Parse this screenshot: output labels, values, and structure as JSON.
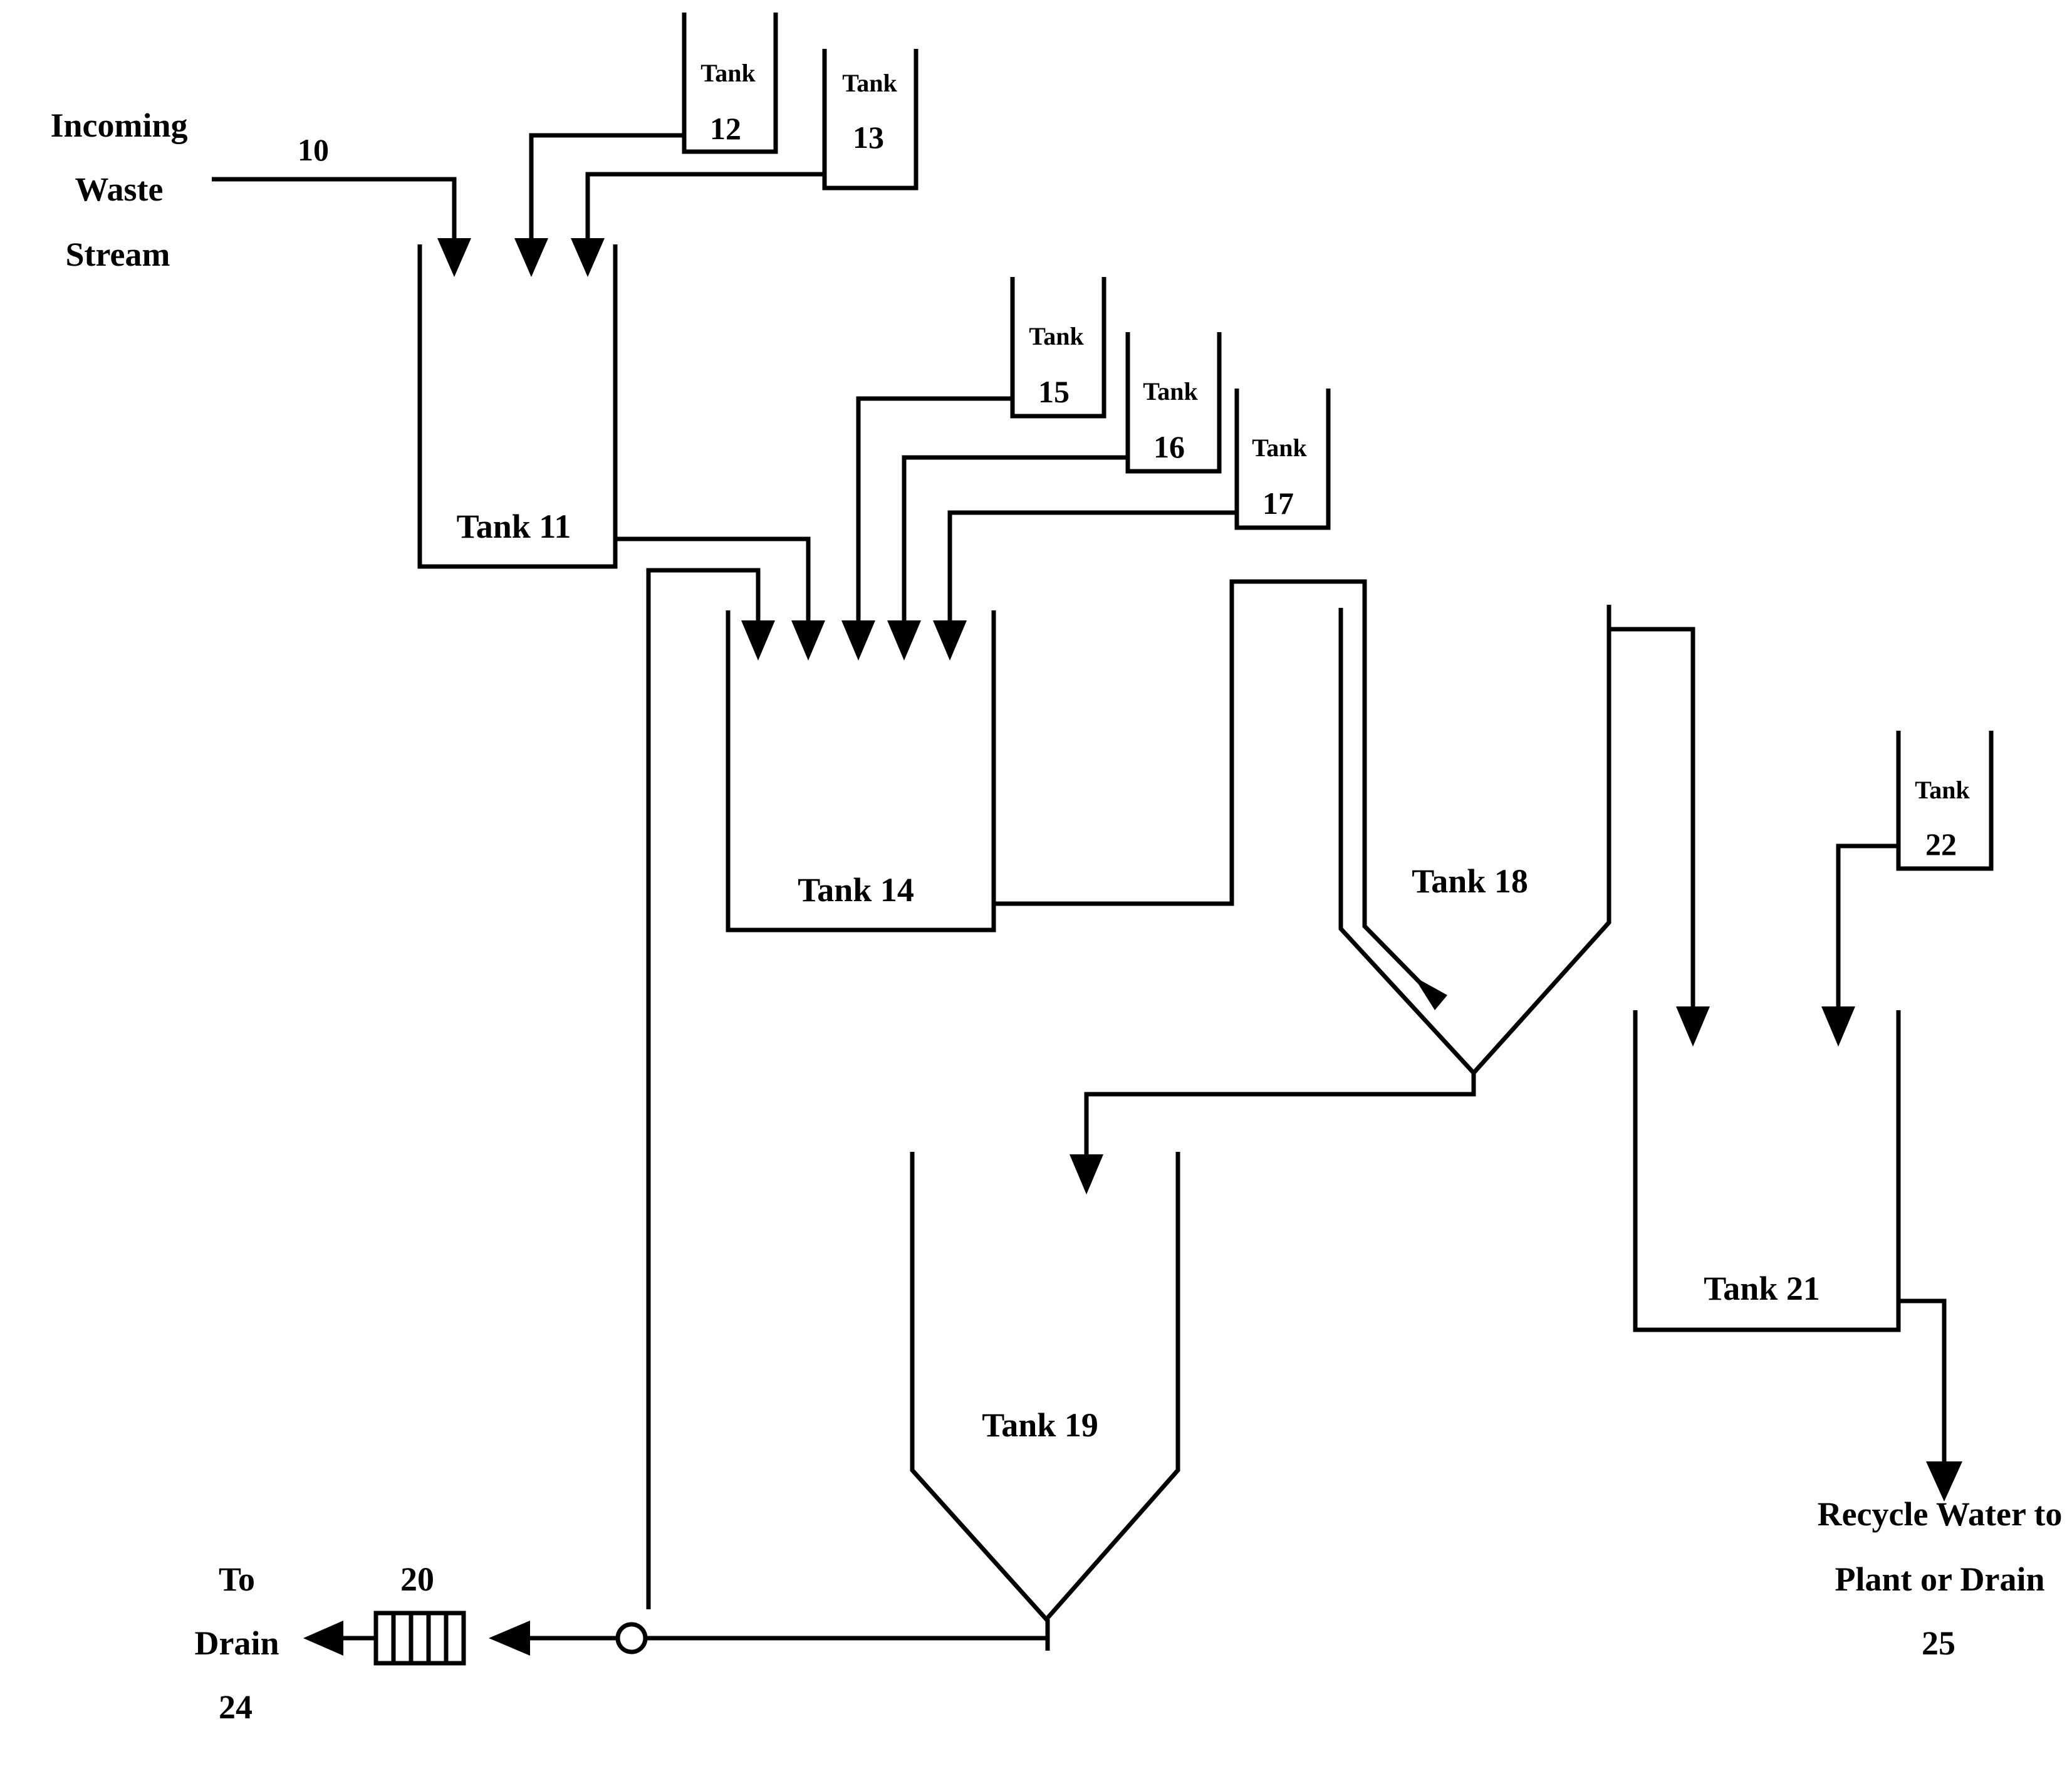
{
  "labels": {
    "incoming_line1": "Incoming",
    "incoming_line2": "Waste",
    "incoming_line3": "Stream",
    "stream_10": "10",
    "tank_12_word": "Tank",
    "tank_12_num": "12",
    "tank_13_word": "Tank",
    "tank_13_num": "13",
    "tank_11": "Tank 11",
    "tank_15_word": "Tank",
    "tank_15_num": "15",
    "tank_16_word": "Tank",
    "tank_16_num": "16",
    "tank_17_word": "Tank",
    "tank_17_num": "17",
    "tank_14": "Tank 14",
    "tank_18": "Tank 18",
    "tank_22_word": "Tank",
    "tank_22_num": "22",
    "tank_21": "Tank 21",
    "tank_19": "Tank 19",
    "filter_20": "20",
    "drain_line1": "To",
    "drain_line2": "Drain",
    "drain_num": "24",
    "recycle_line1": "Recycle Water to",
    "recycle_line2": "Plant or Drain",
    "recycle_num": "25"
  },
  "colors": {
    "line": "#000000",
    "background": "#ffffff"
  }
}
